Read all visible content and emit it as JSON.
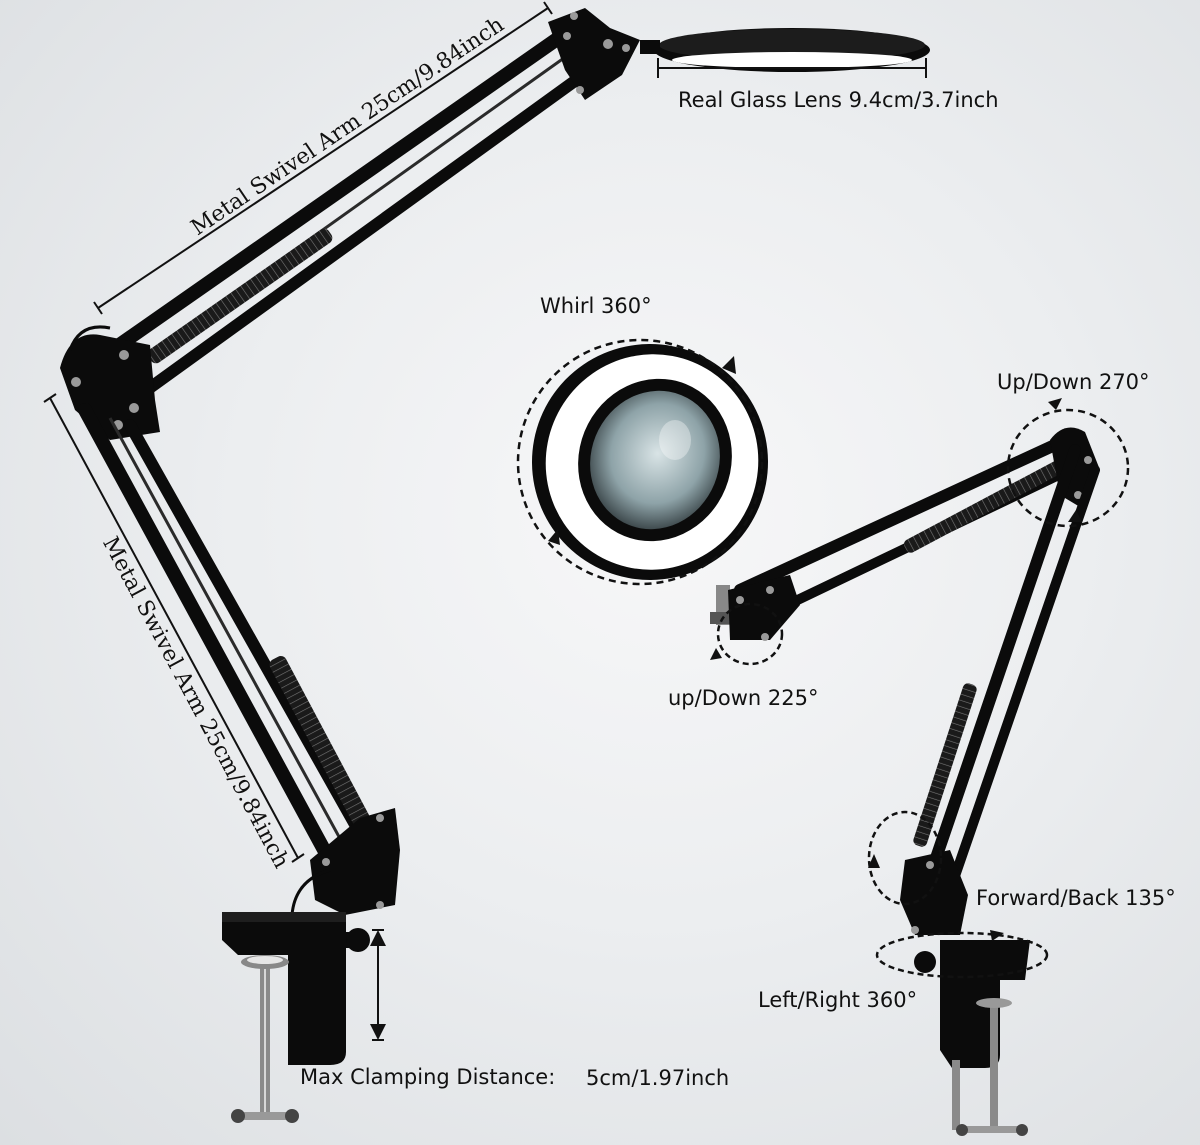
{
  "labels": {
    "top_arm": "Metal Swivel Arm 25cm/9.84inch",
    "lower_arm": "Metal Swivel Arm 25cm/9.84inch",
    "lens": "Real Glass Lens 9.4cm/3.7inch",
    "whirl": "Whirl 360°",
    "up_down_270": "Up/Down 270°",
    "up_down_225": "up/Down 225°",
    "forward_back": "Forward/Back 135°",
    "left_right": "Left/Right 360°",
    "clamping_label": "Max Clamping Distance:",
    "clamping_value": "5cm/1.97inch"
  },
  "colors": {
    "lamp_body": "#0b0b0b",
    "ring_light": "#ffffff",
    "background": "#e9ebed"
  }
}
